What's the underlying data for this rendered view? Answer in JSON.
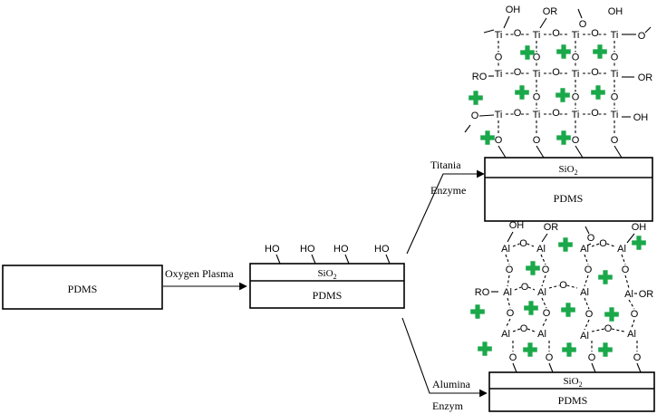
{
  "labels": {
    "pdms": "PDMS",
    "oxygen_plasma": "Oxygen Plasma",
    "sio": "SiO",
    "subscript_2": "2",
    "titania": "Titania",
    "enzyme_top": "Enzyme",
    "alumina": "Alumina",
    "enzyme_bottom": "Enzym",
    "ho": "HO",
    "oh": "OH",
    "or": "OR",
    "ro": "RO",
    "o": "O",
    "ti": "Ti",
    "al": "Al"
  },
  "colors": {
    "enzyme_marker": "#1aa84a",
    "stroke": "#000000"
  },
  "icons": {
    "enzyme": "green-cross-icon",
    "arrow": "arrow-head-icon"
  }
}
